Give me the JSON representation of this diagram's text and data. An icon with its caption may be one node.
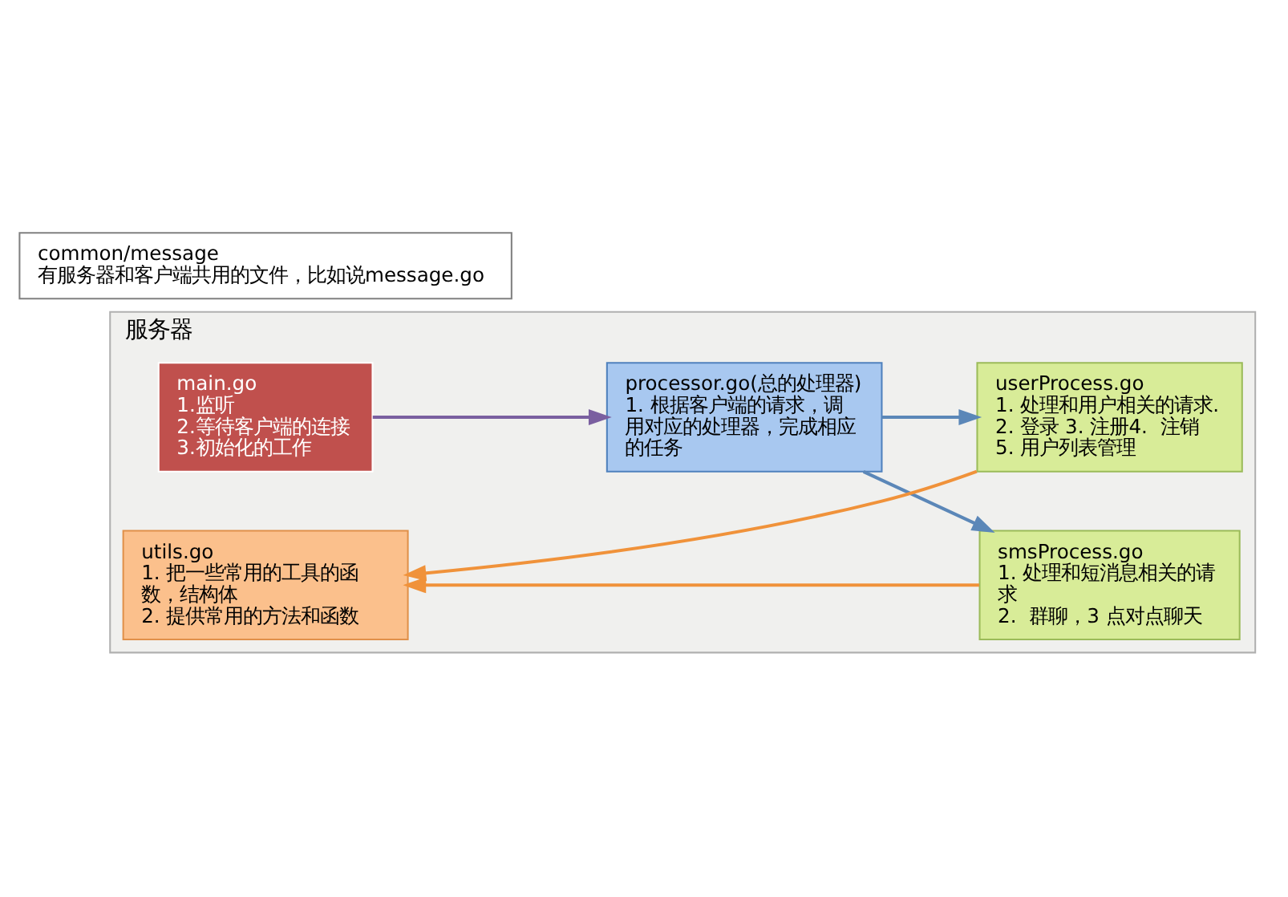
{
  "diagram": {
    "nodes": [
      {
        "text": [
          "服务器"
        ]
      },
      {
        "text": [
          "main.go",
          "1.监听",
          "2.等待客户端的连接",
          "3.初始化的工作"
        ],
        "in": 0
      },
      {
        "text": [
          "processor.go(总的处理器)",
          "1. 根据客户端的请求，调用对应的处理器，完成相应的任务"
        ],
        "in": 0
      },
      {
        "text": [
          "smsProcess.go",
          "1. 处理和短消息相关的请求",
          "2.  群聊，3 点对点聊天"
        ],
        "in": 0
      },
      {
        "text": [
          "userProcess.go",
          "1. 处理和用户相关的请求.",
          "2. 登录 3. 注册4.  注销",
          "5. 用户列表管理"
        ],
        "in": 0
      },
      {
        "text": [
          "utils.go",
          "1. 把一些常用的工具的函数，结构体",
          "2. 提供常用的方法和函数"
        ],
        "in": 0
      },
      {
        "text": [
          "common/message",
          "有服务器和客户端共用的文件，比如说message.go"
        ]
      }
    ],
    "edges": [
      {
        "from": 1,
        "to": 2,
        "arrow": "to",
        "color": "#7a5fa0"
      },
      {
        "from": 2,
        "to": 3,
        "arrow": "to",
        "color": "#5b87b8"
      },
      {
        "from": 2,
        "to": 4,
        "arrow": "to",
        "color": "#5b87b8"
      },
      {
        "from": 3,
        "to": 5,
        "arrow": "to",
        "color": "#f0923a"
      },
      {
        "from": 4,
        "to": 5,
        "arrow": "to",
        "color": "#f0923a"
      }
    ]
  }
}
